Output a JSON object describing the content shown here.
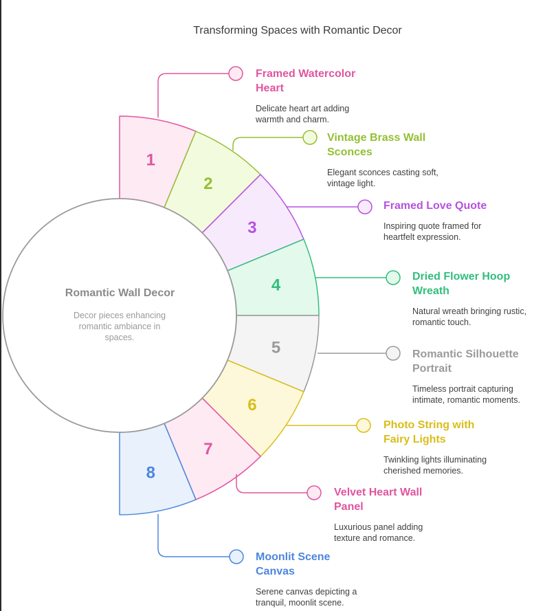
{
  "title": "Transforming Spaces with Romantic Decor",
  "center": {
    "title": "Romantic Wall Decor",
    "description": "Decor pieces enhancing romantic ambiance in spaces."
  },
  "items": [
    {
      "number": "1",
      "title_lines": [
        "Framed Watercolor",
        "Heart"
      ],
      "desc_lines": [
        "Delicate heart art adding",
        "warmth and charm."
      ],
      "color": "#e0559f",
      "fill": "#fdeaf3"
    },
    {
      "number": "2",
      "title_lines": [
        "Vintage Brass Wall",
        "Sconces"
      ],
      "desc_lines": [
        "Elegant sconces casting soft,",
        "vintage light."
      ],
      "color": "#95bf34",
      "fill": "#f3fbdf"
    },
    {
      "number": "3",
      "title_lines": [
        "Framed Love Quote"
      ],
      "desc_lines": [
        "Inspiring quote framed for",
        "heartfelt expression."
      ],
      "color": "#b553df",
      "fill": "#f8eafd"
    },
    {
      "number": "4",
      "title_lines": [
        "Dried Flower Hoop",
        "Wreath"
      ],
      "desc_lines": [
        "Natural wreath bringing rustic,",
        "romantic touch."
      ],
      "color": "#32be7c",
      "fill": "#e3f9ec"
    },
    {
      "number": "5",
      "title_lines": [
        "Romantic Silhouette",
        "Portrait"
      ],
      "desc_lines": [
        "Timeless portrait capturing",
        "intimate, romantic moments."
      ],
      "color": "#9a9a9a",
      "fill": "#f4f4f4"
    },
    {
      "number": "6",
      "title_lines": [
        "Photo String with",
        "Fairy Lights"
      ],
      "desc_lines": [
        "Twinkling lights illuminating",
        "cherished memories."
      ],
      "color": "#d8be1a",
      "fill": "#fdf8d9"
    },
    {
      "number": "7",
      "title_lines": [
        "Velvet Heart Wall",
        "Panel"
      ],
      "desc_lines": [
        "Luxurious panel adding",
        "texture and romance."
      ],
      "color": "#e0559f",
      "fill": "#fdeaf3"
    },
    {
      "number": "8",
      "title_lines": [
        "Moonlit Scene",
        "Canvas"
      ],
      "desc_lines": [
        "Serene canvas depicting a",
        "tranquil, moonlit scene."
      ],
      "color": "#4d86de",
      "fill": "#e9f1fc"
    }
  ]
}
